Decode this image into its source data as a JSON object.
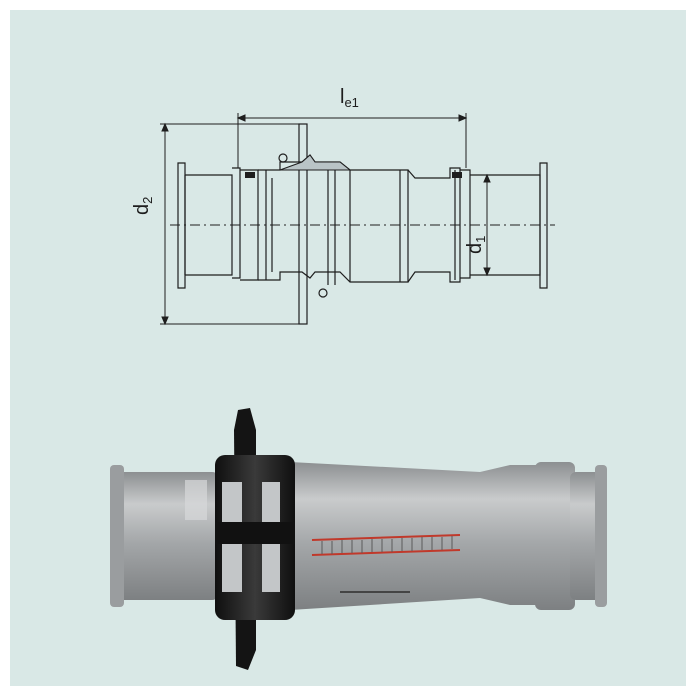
{
  "diagram": {
    "dimensions": {
      "overall_length": {
        "main": "l",
        "sub": "e1"
      },
      "outer_diameter": {
        "main": "d",
        "sub": "2"
      },
      "pipe_diameter": {
        "main": "d",
        "sub": "1"
      }
    }
  },
  "colors": {
    "panel_background": "#d9e8e6",
    "drawing_line": "#1e1e1e",
    "pipe_grey": "#a7aaac",
    "seal_black": "#1b1b1b",
    "indicator_red": "#c0392b"
  }
}
